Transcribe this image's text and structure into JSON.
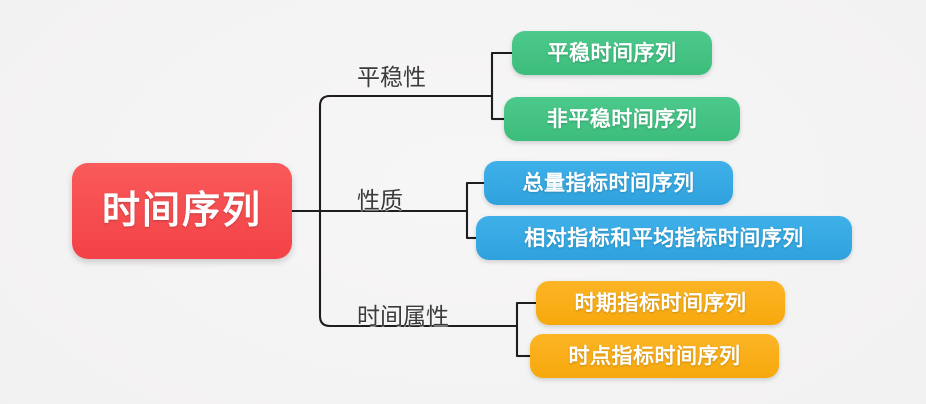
{
  "diagram": {
    "type": "mind-map",
    "background_color": "#f4f3f3",
    "root": {
      "label": "时间序列",
      "color": "#f4474b",
      "text_color": "#ffffff"
    },
    "branches": [
      {
        "label": "平稳性",
        "color": "#3dbd7c",
        "children": [
          {
            "label": "平稳时间序列",
            "color": "#3dbd7c"
          },
          {
            "label": "非平稳时间序列",
            "color": "#3dbd7c"
          }
        ]
      },
      {
        "label": "性质",
        "color": "#36a9e1",
        "children": [
          {
            "label": "总量指标时间序列",
            "color": "#36a9e1"
          },
          {
            "label": "相对指标和平均指标时间序列",
            "color": "#36a9e1"
          }
        ]
      },
      {
        "label": "时间属性",
        "color": "#f8ab10",
        "children": [
          {
            "label": "时期指标时间序列",
            "color": "#f8ab10"
          },
          {
            "label": "时点指标时间序列",
            "color": "#f8ab10"
          }
        ]
      }
    ],
    "connector_color": "#1d1d1d"
  }
}
